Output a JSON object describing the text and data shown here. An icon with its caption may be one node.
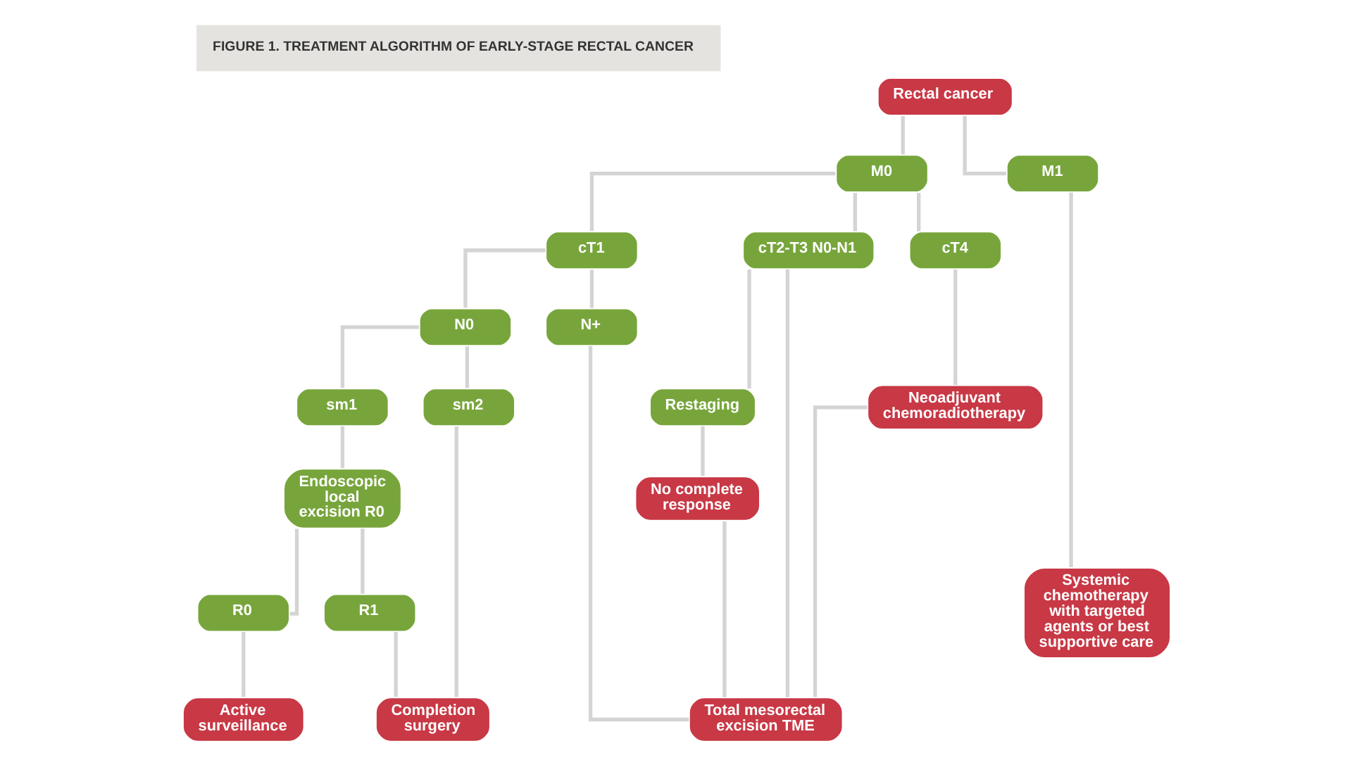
{
  "diagram": {
    "title": "FIGURE 1. TREATMENT ALGORITHM OF EARLY-STAGE RECTAL CANCER",
    "nodes": [
      {
        "text": [
          "Rectal cancer"
        ]
      },
      {
        "text": [
          "M0"
        ]
      },
      {
        "text": [
          "M1"
        ]
      },
      {
        "text": [
          "cT1"
        ]
      },
      {
        "text": [
          "cT2-T3 N0-N1"
        ]
      },
      {
        "text": [
          "cT4"
        ]
      },
      {
        "text": [
          "N0"
        ]
      },
      {
        "text": [
          "N+"
        ]
      },
      {
        "text": [
          "sm1"
        ]
      },
      {
        "text": [
          "sm2"
        ]
      },
      {
        "text": [
          "Restaging"
        ]
      },
      {
        "text": [
          "Neoadjuvant chemoradiotherapy"
        ]
      },
      {
        "text": [
          "Endoscopic local excision R0"
        ]
      },
      {
        "text": [
          "No complete response"
        ]
      },
      {
        "text": [
          "R0"
        ]
      },
      {
        "text": [
          "R1"
        ]
      },
      {
        "text": [
          "Systemic chemotherapy with targeted agents or best supportive care"
        ]
      },
      {
        "text": [
          "Active surveillance"
        ]
      },
      {
        "text": [
          "Completion surgery"
        ]
      },
      {
        "text": [
          "Total mesorectal excision TME"
        ]
      }
    ],
    "edges": [
      {
        "from": 0,
        "to": 1,
        "arrow": "none"
      },
      {
        "from": 0,
        "to": 2,
        "arrow": "none"
      },
      {
        "from": 1,
        "to": 3,
        "arrow": "none"
      },
      {
        "from": 1,
        "to": 4,
        "arrow": "none"
      },
      {
        "from": 1,
        "to": 5,
        "arrow": "none"
      },
      {
        "from": 3,
        "to": 6,
        "arrow": "none"
      },
      {
        "from": 3,
        "to": 7,
        "arrow": "none"
      },
      {
        "from": 6,
        "to": 8,
        "arrow": "none"
      },
      {
        "from": 6,
        "to": 9,
        "arrow": "none"
      },
      {
        "from": 4,
        "to": 10,
        "arrow": "none"
      },
      {
        "from": 5,
        "to": 11,
        "arrow": "none"
      },
      {
        "from": 8,
        "to": 12,
        "arrow": "none"
      },
      {
        "from": 10,
        "to": 13,
        "arrow": "none"
      },
      {
        "from": 12,
        "to": 14,
        "arrow": "none"
      },
      {
        "from": 12,
        "to": 15,
        "arrow": "none"
      },
      {
        "from": 2,
        "to": 16,
        "arrow": "none"
      },
      {
        "from": 14,
        "to": 17,
        "arrow": "none"
      },
      {
        "from": 15,
        "to": 18,
        "arrow": "none"
      },
      {
        "from": 9,
        "to": 18,
        "arrow": "none"
      },
      {
        "from": 7,
        "to": 19,
        "arrow": "none"
      },
      {
        "from": 4,
        "to": 19,
        "arrow": "none"
      },
      {
        "from": 13,
        "to": 19,
        "arrow": "none"
      },
      {
        "from": 11,
        "to": 19,
        "arrow": "none"
      }
    ]
  }
}
